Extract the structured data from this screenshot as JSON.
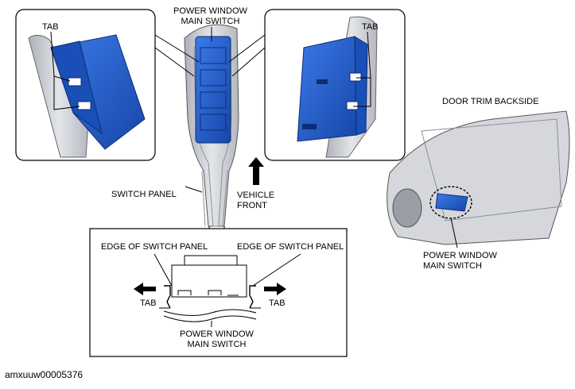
{
  "labels": {
    "top_center": [
      "POWER WINDOW",
      "MAIN SWITCH"
    ],
    "tab_left": "TAB",
    "tab_right": "TAB",
    "switch_panel": "SWITCH PANEL",
    "vehicle_front": [
      "VEHICLE",
      "FRONT"
    ],
    "door_trim": "DOOR TRIM BACKSIDE",
    "door_switch": [
      "POWER WINDOW",
      "MAIN SWITCH"
    ],
    "edge_left": "EDGE OF SWITCH PANEL",
    "edge_right": "EDGE OF SWITCH PANEL",
    "tab_bottom_left": "TAB",
    "tab_bottom_right": "TAB",
    "bottom_switch": [
      "POWER WINDOW",
      "MAIN SWITCH"
    ]
  },
  "figure_code": "amxuuw00005376",
  "colors": {
    "switch_blue": "#1f5fcf",
    "panel_gray": "#c9ccd2",
    "outline": "#000000"
  }
}
